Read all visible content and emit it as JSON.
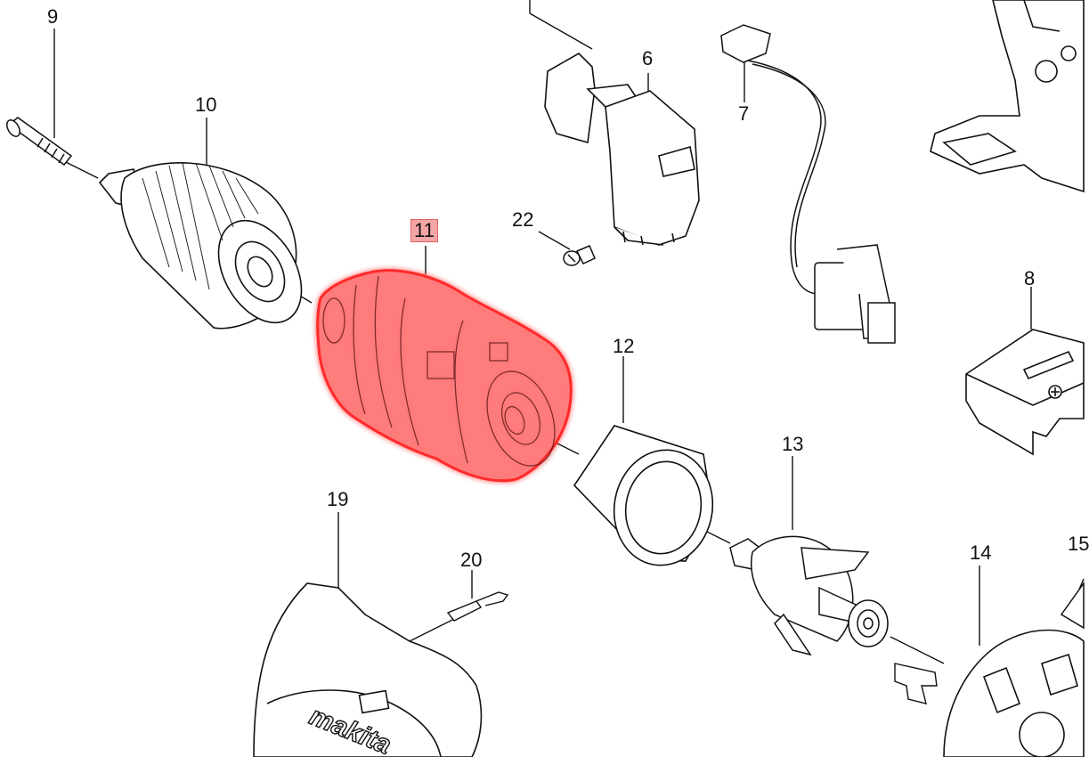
{
  "diagram": {
    "highlighted_part": "11",
    "highlight_color": "#ff4a4a",
    "callouts": {
      "p6": "6",
      "p7": "7",
      "p8": "8",
      "p9": "9",
      "p10": "10",
      "p11": "11",
      "p12": "12",
      "p13": "13",
      "p14": "14",
      "p15": "15",
      "p19": "19",
      "p20": "20",
      "p22": "22"
    },
    "housing_brand": "makita"
  }
}
